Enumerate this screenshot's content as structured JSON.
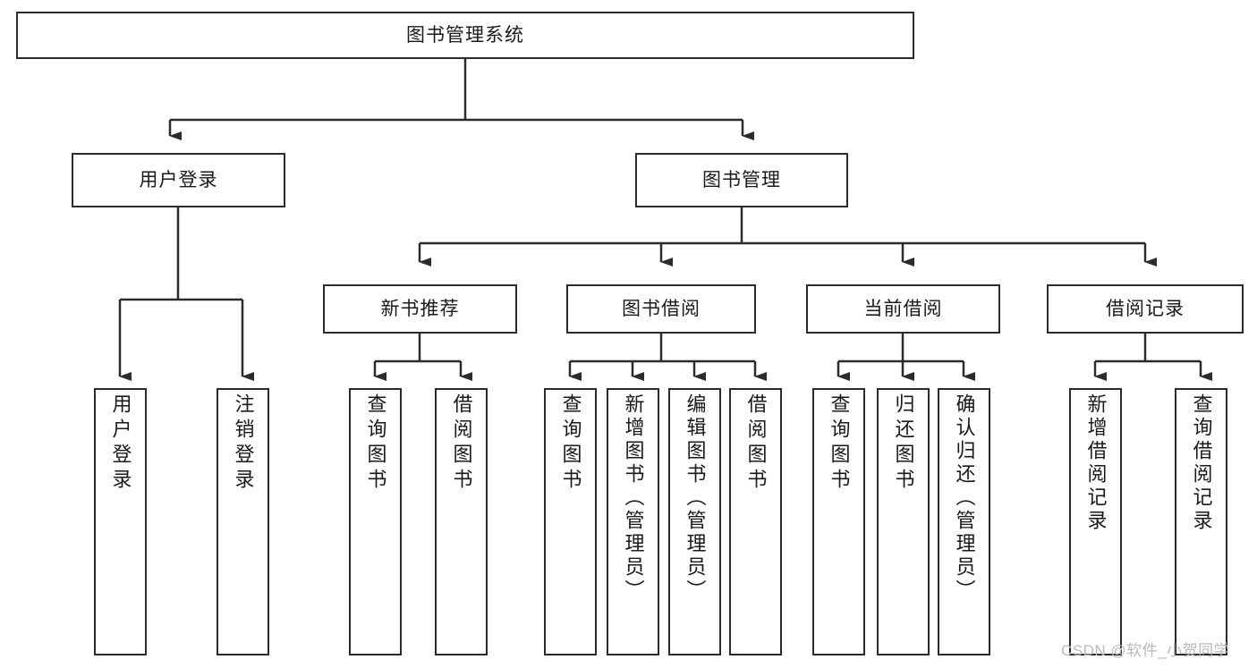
{
  "diagram": {
    "type": "tree-hierarchy",
    "title": "图书管理系统",
    "root": {
      "id": "root",
      "label": "图书管理系统",
      "level": 1
    },
    "level2": [
      {
        "id": "user-login",
        "label": "用户登录"
      },
      {
        "id": "book-management",
        "label": "图书管理"
      }
    ],
    "level3": [
      {
        "id": "new-book-recommend",
        "label": "新书推荐",
        "parent": "book-management"
      },
      {
        "id": "book-borrow",
        "label": "图书借阅",
        "parent": "book-management"
      },
      {
        "id": "current-borrow",
        "label": "当前借阅",
        "parent": "book-management"
      },
      {
        "id": "borrow-record",
        "label": "借阅记录",
        "parent": "book-management"
      }
    ],
    "leaves": [
      {
        "id": "leaf-user-login",
        "label": "用户登录",
        "parent": "user-login"
      },
      {
        "id": "leaf-logout-login",
        "label": "注销登录",
        "parent": "user-login"
      },
      {
        "id": "leaf-query-book-1",
        "label": "查询图书",
        "parent": "new-book-recommend"
      },
      {
        "id": "leaf-borrow-book-1",
        "label": "借阅图书",
        "parent": "new-book-recommend"
      },
      {
        "id": "leaf-query-book-2",
        "label": "查询图书",
        "parent": "book-borrow"
      },
      {
        "id": "leaf-add-book",
        "label": "新增图书（管理员）",
        "parent": "book-borrow"
      },
      {
        "id": "leaf-edit-book",
        "label": "编辑图书（管理员）",
        "parent": "book-borrow"
      },
      {
        "id": "leaf-borrow-book-2",
        "label": "借阅图书",
        "parent": "book-borrow"
      },
      {
        "id": "leaf-query-book-3",
        "label": "查询图书",
        "parent": "current-borrow"
      },
      {
        "id": "leaf-return-book",
        "label": "归还图书",
        "parent": "current-borrow"
      },
      {
        "id": "leaf-confirm-return",
        "label": "确认归还（管理员）",
        "parent": "current-borrow"
      },
      {
        "id": "leaf-add-record",
        "label": "新增借阅记录",
        "parent": "borrow-record"
      },
      {
        "id": "leaf-query-record",
        "label": "查询借阅记录",
        "parent": "borrow-record"
      }
    ],
    "colors": {
      "stroke": "#2b2b2b",
      "fill": "#ffffff",
      "text": "#1a1a1a",
      "watermark": "#b9b9b9"
    }
  },
  "watermark": {
    "text": "CSDN @软件_小贺同学"
  }
}
